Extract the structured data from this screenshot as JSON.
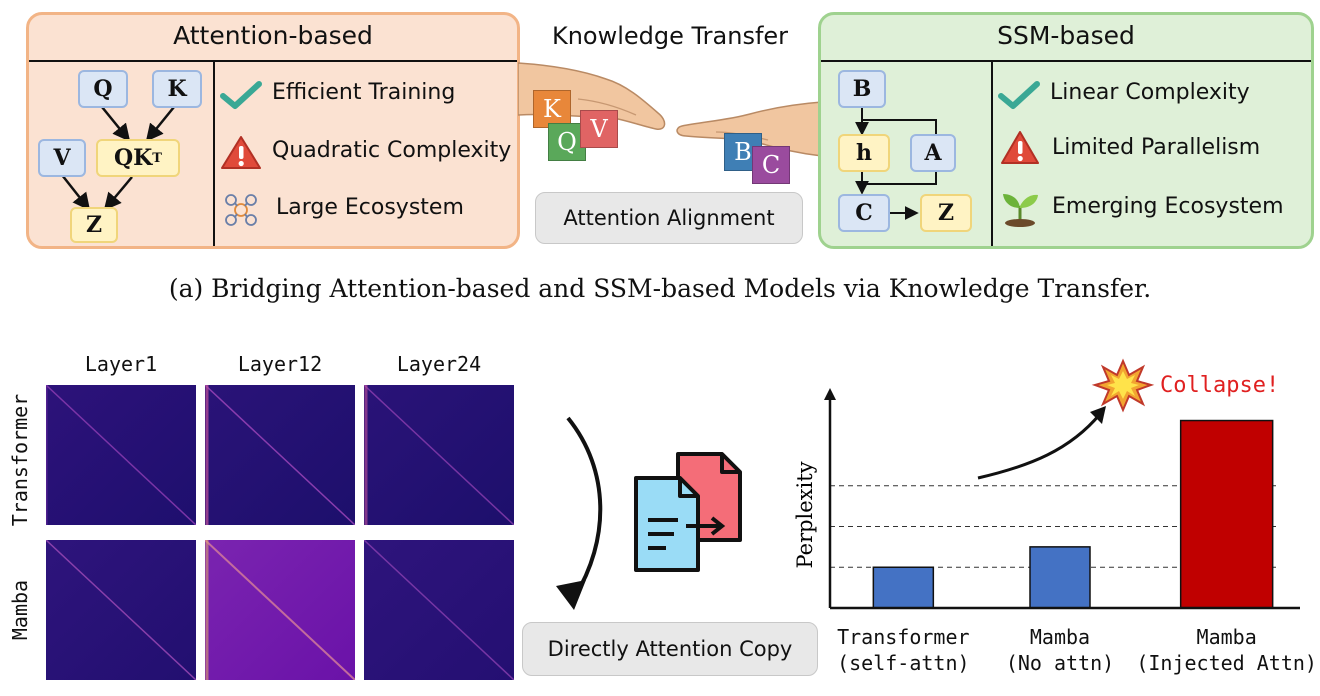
{
  "panel_attention": {
    "title": "Attention-based",
    "nodes": {
      "q": "Q",
      "k": "K",
      "v": "V",
      "qkt": "QK",
      "qkt_sup": "T",
      "z": "Z"
    },
    "features": [
      {
        "icon": "check-icon",
        "label": "Efficient Training"
      },
      {
        "icon": "warning-icon",
        "label": "Quadratic Complexity"
      },
      {
        "icon": "network-icon",
        "label": "Large Ecosystem"
      }
    ]
  },
  "center_top": {
    "title": "Knowledge Transfer",
    "tiles_left": [
      "K",
      "Q",
      "V"
    ],
    "tiles_right": [
      "B",
      "C"
    ],
    "pill": "Attention Alignment"
  },
  "panel_ssm": {
    "title": "SSM-based",
    "nodes": {
      "b": "B",
      "h": "h",
      "a": "A",
      "c": "C",
      "z": "Z"
    },
    "features": [
      {
        "icon": "check-icon",
        "label": "Linear Complexity"
      },
      {
        "icon": "warning-icon",
        "label": "Limited Parallelism"
      },
      {
        "icon": "sprout-icon",
        "label": "Emerging Ecosystem"
      }
    ]
  },
  "caption": "(a) Bridging Attention-based and SSM-based Models via Knowledge Transfer.",
  "heatmaps": {
    "columns": [
      "Layer1",
      "Layer12",
      "Layer24"
    ],
    "rows": [
      "Transformer",
      "Mamba"
    ]
  },
  "copy_pill": "Directly Attention Copy",
  "colors": {
    "attention_panel": "#fbe2d2",
    "ssm_panel": "#dff0d8",
    "bar_blue": "#4472c4",
    "bar_red": "#c00000",
    "collapse_text": "#e02020"
  },
  "chart_data": {
    "type": "bar",
    "ylabel": "Perplexity",
    "categories": [
      [
        "Transformer",
        "(self-attn)"
      ],
      [
        "Mamba",
        "(No attn)"
      ],
      [
        "Mamba",
        "(Injected Attn)"
      ]
    ],
    "values": [
      1.0,
      1.5,
      4.6
    ],
    "ylim": [
      0,
      5.3
    ],
    "gridlines": [
      1,
      2,
      3
    ],
    "bar_colors": [
      "#4472c4",
      "#4472c4",
      "#c00000"
    ],
    "annotation": "Collapse!"
  }
}
